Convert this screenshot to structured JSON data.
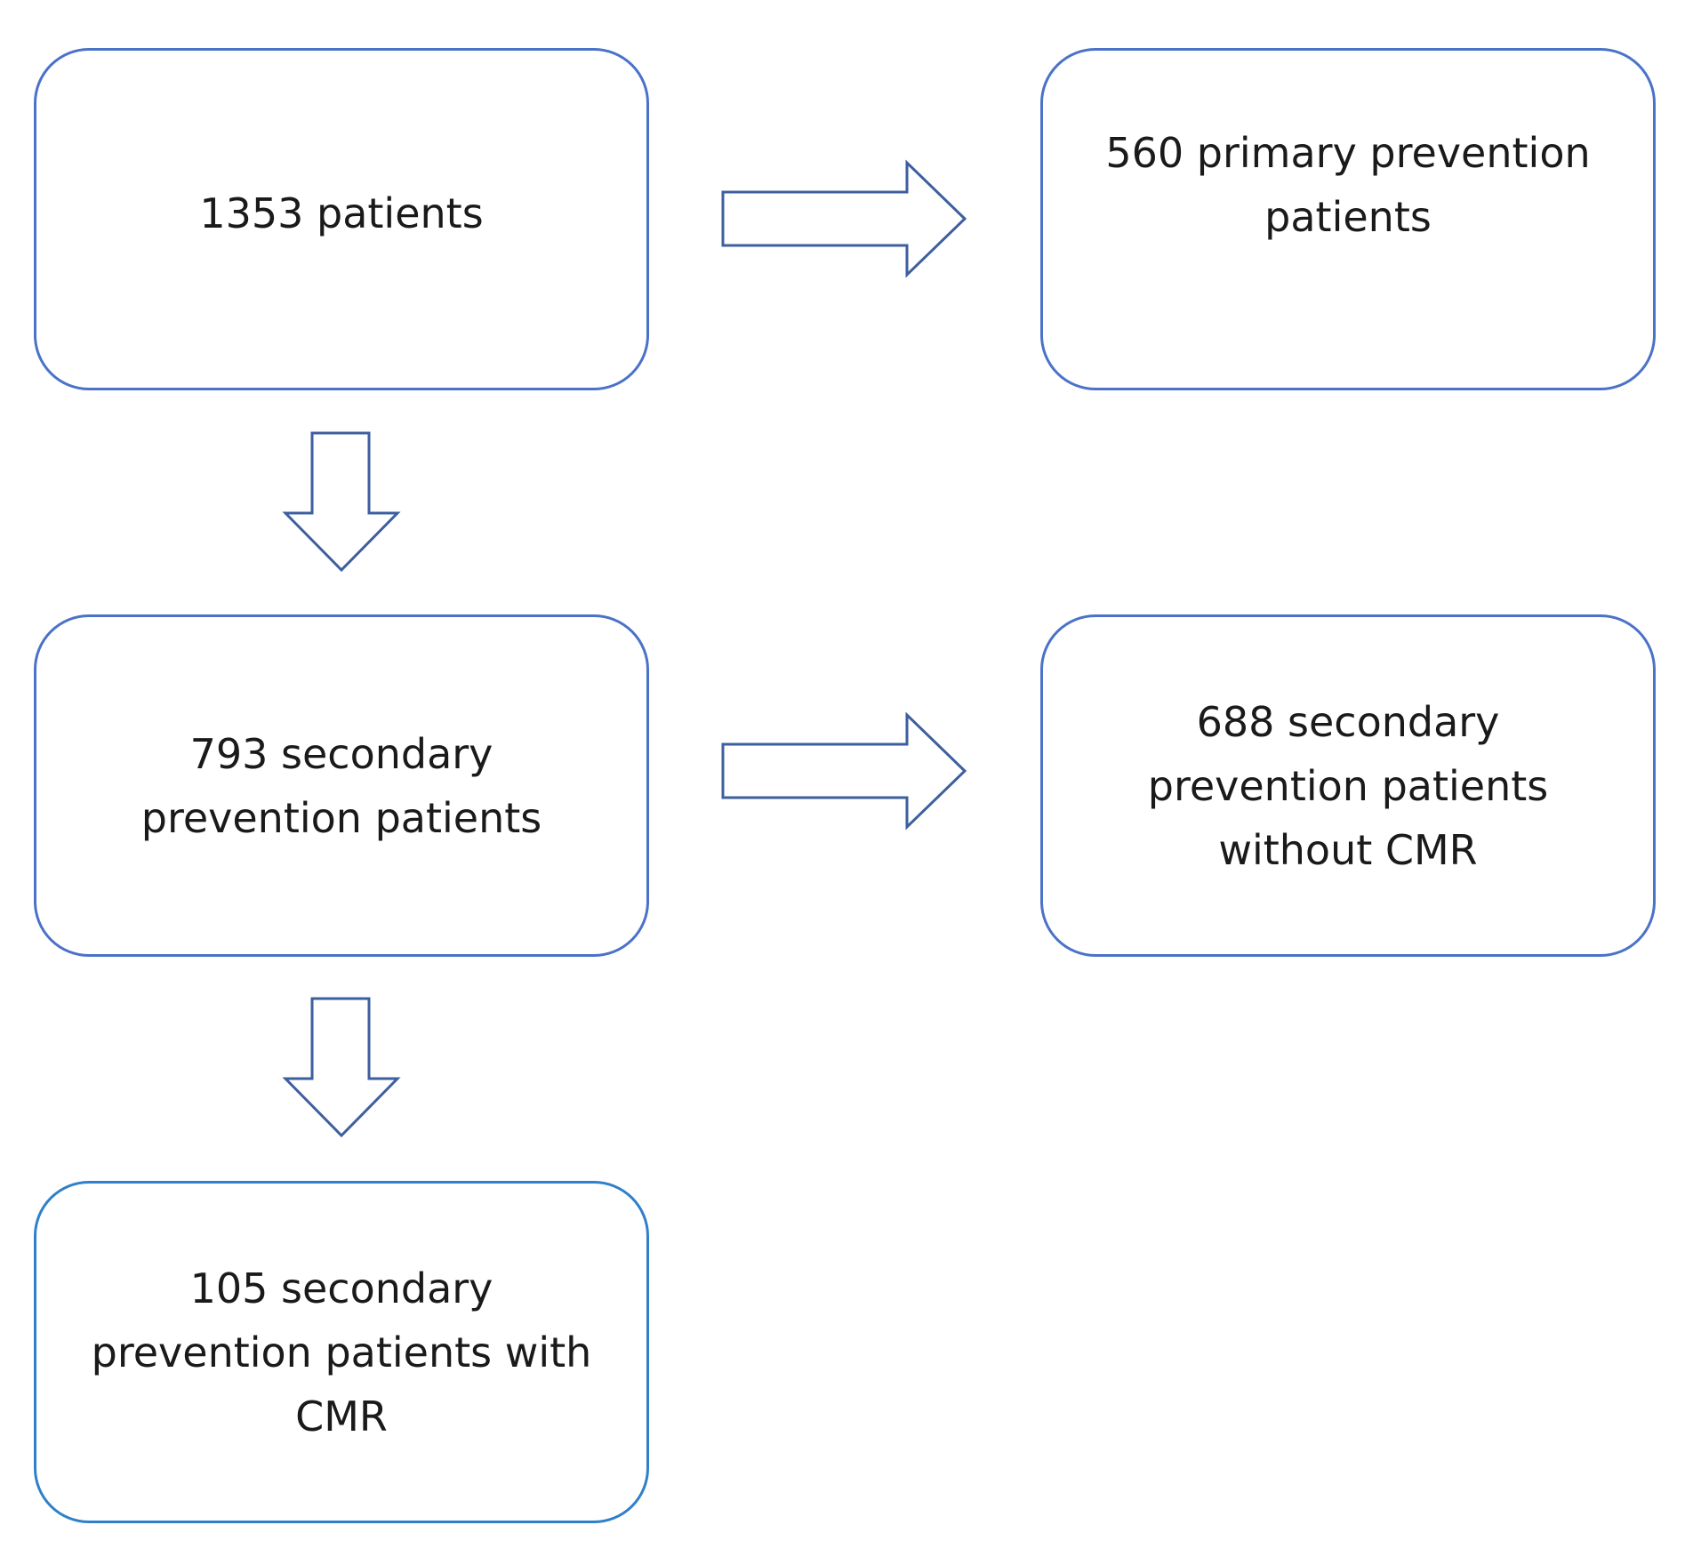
{
  "diagram": {
    "nodes": [
      {
        "id": "total",
        "label": "1353 patients"
      },
      {
        "id": "primary",
        "label": "560 primary prevention patients"
      },
      {
        "id": "secondary",
        "label": "793 secondary prevention patients"
      },
      {
        "id": "without_cmr",
        "label": "688 secondary prevention patients without CMR"
      },
      {
        "id": "with_cmr",
        "label": "105 secondary prevention patients with CMR"
      }
    ],
    "edges": [
      {
        "from": "total",
        "to": "primary"
      },
      {
        "from": "total",
        "to": "secondary"
      },
      {
        "from": "secondary",
        "to": "without_cmr"
      },
      {
        "from": "secondary",
        "to": "with_cmr"
      }
    ],
    "colors": {
      "box_border": "#4a72c8",
      "box_border_last": "#2f80c9",
      "arrow_stroke": "#3d5f9e"
    }
  }
}
